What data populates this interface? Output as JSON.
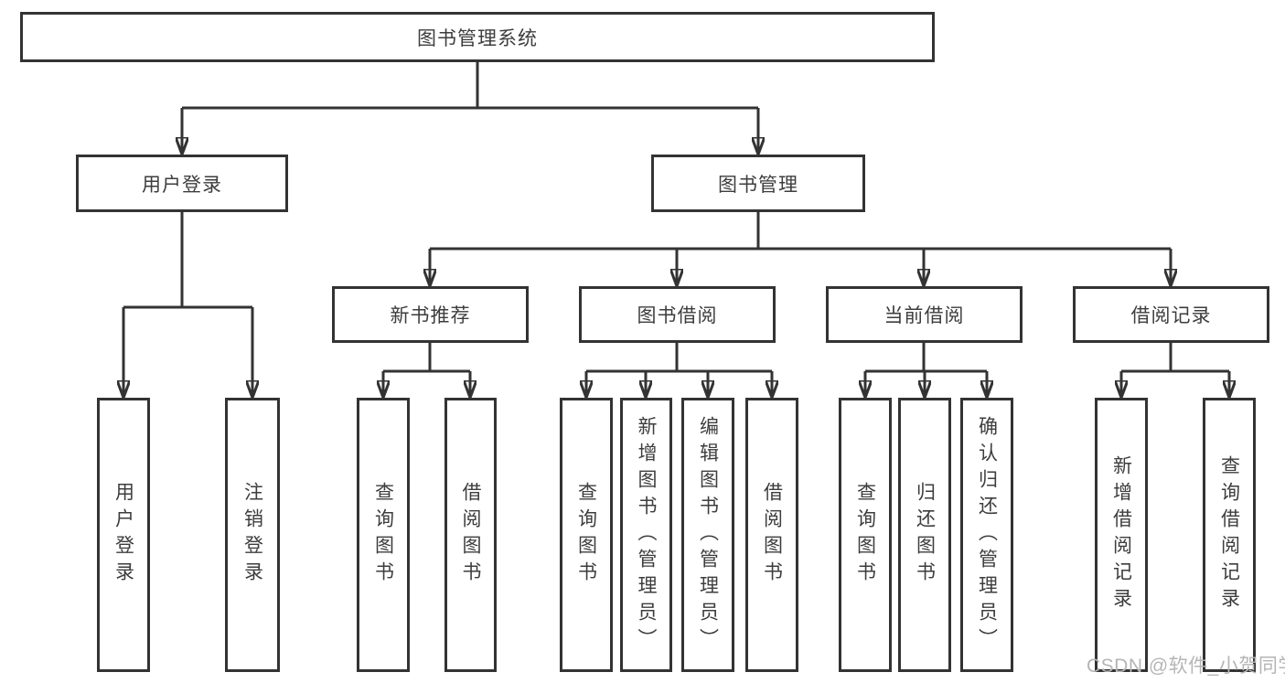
{
  "tree": {
    "label": "图书管理系统",
    "children": [
      {
        "label": "用户登录",
        "children": [
          {
            "label": "用户登录"
          },
          {
            "label": "注销登录"
          }
        ]
      },
      {
        "label": "图书管理",
        "children": [
          {
            "label": "新书推荐",
            "children": [
              {
                "label": "查询图书"
              },
              {
                "label": "借阅图书"
              }
            ]
          },
          {
            "label": "图书借阅",
            "children": [
              {
                "label": "查询图书"
              },
              {
                "label": "新增图书（管理员）"
              },
              {
                "label": "编辑图书（管理员）"
              },
              {
                "label": "借阅图书"
              }
            ]
          },
          {
            "label": "当前借阅",
            "children": [
              {
                "label": "查询图书"
              },
              {
                "label": "归还图书"
              },
              {
                "label": "确认归还（管理员）"
              }
            ]
          },
          {
            "label": "借阅记录",
            "children": [
              {
                "label": "新增借阅记录"
              },
              {
                "label": "查询借阅记录"
              }
            ]
          }
        ]
      }
    ]
  },
  "watermark": {
    "text": "CSDN @软件_小贺同学"
  },
  "colors": {
    "line": "#333333",
    "text": "#3d3d3d",
    "background": "#ffffff",
    "watermark": "#b5b5b5"
  }
}
